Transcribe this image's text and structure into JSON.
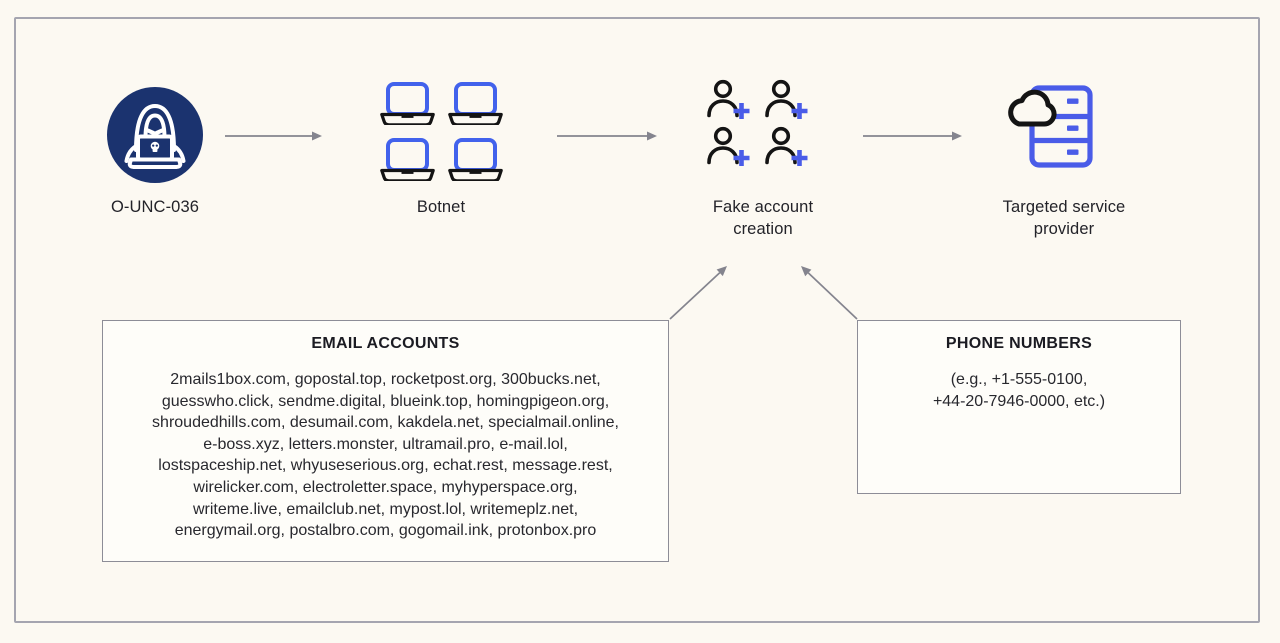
{
  "diagram": {
    "title_hint": "Fake account creation flow",
    "nodes": [
      {
        "id": "threat-actor",
        "label": "O-UNC-036",
        "icon": "hacker-icon"
      },
      {
        "id": "botnet",
        "label": "Botnet",
        "icon": "laptops-grid-icon"
      },
      {
        "id": "fake-account-creation",
        "label": [
          "Fake account",
          "creation"
        ],
        "icon": "person-add-grid-icon"
      },
      {
        "id": "targeted-service-provider",
        "label": [
          "Targeted service",
          "provider"
        ],
        "icon": "cloud-server-icon"
      }
    ],
    "email_box": {
      "title": "EMAIL ACCOUNTS",
      "lines": [
        "2mails1box.com, gopostal.top, rocketpost.org, 300bucks.net,",
        "guesswho.click, sendme.digital, blueink.top, homingpigeon.org,",
        "shroudedhills.com, desumail.com, kakdela.net, specialmail.online,",
        "e-boss.xyz, letters.monster, ultramail.pro, e-mail.lol,",
        "lostspaceship.net, whyuseserious.org, echat.rest, message.rest,",
        "wirelicker.com, electroletter.space, myhyperspace.org,",
        "writeme.live, emailclub.net, mypost.lol, writemeplz.net,",
        "energymail.org, postalbro.com, gogomail.ink, protonbox.pro"
      ]
    },
    "phone_box": {
      "title": "PHONE NUMBERS",
      "lines": [
        "(e.g., +1-555-0100,",
        "+44-20-7946-0000, etc.)"
      ]
    },
    "colors": {
      "background": "#FCF9F2",
      "frame_border": "#A5A5B0",
      "box_border": "#8D8D97",
      "arrow": "#84848E",
      "navy_circle": "#1B336F",
      "laptop_blue": "#4262EC",
      "accent_blue": "#4A5CE8",
      "icon_black": "#141414",
      "text": "#28282E"
    }
  }
}
